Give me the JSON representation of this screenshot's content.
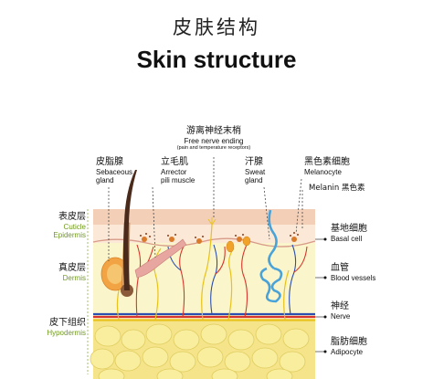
{
  "title_cn": "皮肤结构",
  "title_en": "Skin structure",
  "labels": {
    "free_nerve": {
      "cn": "游离神经末梢",
      "en": "Free nerve ending",
      "sub": "(pain and temperature receptors)"
    },
    "sebaceous": {
      "cn": "皮脂腺",
      "en1": "Sebaceous",
      "en2": "gland"
    },
    "arrector": {
      "cn": "立毛肌",
      "en1": "Arrector",
      "en2": "pili muscle"
    },
    "sweat": {
      "cn": "汗腺",
      "en1": "Sweat",
      "en2": "gland"
    },
    "melanocyte": {
      "cn": "黑色素细胞",
      "en": "Melanocyte"
    },
    "melanin": {
      "text": "Melanin 黑色素"
    },
    "epidermis": {
      "cn": "表皮层",
      "en1": "Cuticle",
      "en2": "Epidermis"
    },
    "dermis": {
      "cn": "真皮层",
      "en": "Dermis"
    },
    "hypodermis": {
      "cn": "皮下组织",
      "en": "Hypodermis"
    },
    "basal": {
      "cn": "基地细胞",
      "en": "Basal cell"
    },
    "blood": {
      "cn": "血管",
      "en": "Blood vessels"
    },
    "nerve": {
      "cn": "神经",
      "en": "Nerve"
    },
    "adipocyte": {
      "cn": "脂肪细胞",
      "en": "Adipocyte"
    }
  },
  "colors": {
    "stratum_corneum": "#f3cfb8",
    "epidermis": "#fbe8d6",
    "dermis": "#fbf5cc",
    "hypodermis": "#f5e48a",
    "fat_cell": "#f7ec9a",
    "artery": "#d8362d",
    "vein": "#2a4fb0",
    "nerve": "#e8c21a",
    "hair": "#4a2a1a",
    "sweat_gland": "#4aa3d8",
    "sebaceous": "#f2a343",
    "muscle": "#e7a6a0"
  }
}
